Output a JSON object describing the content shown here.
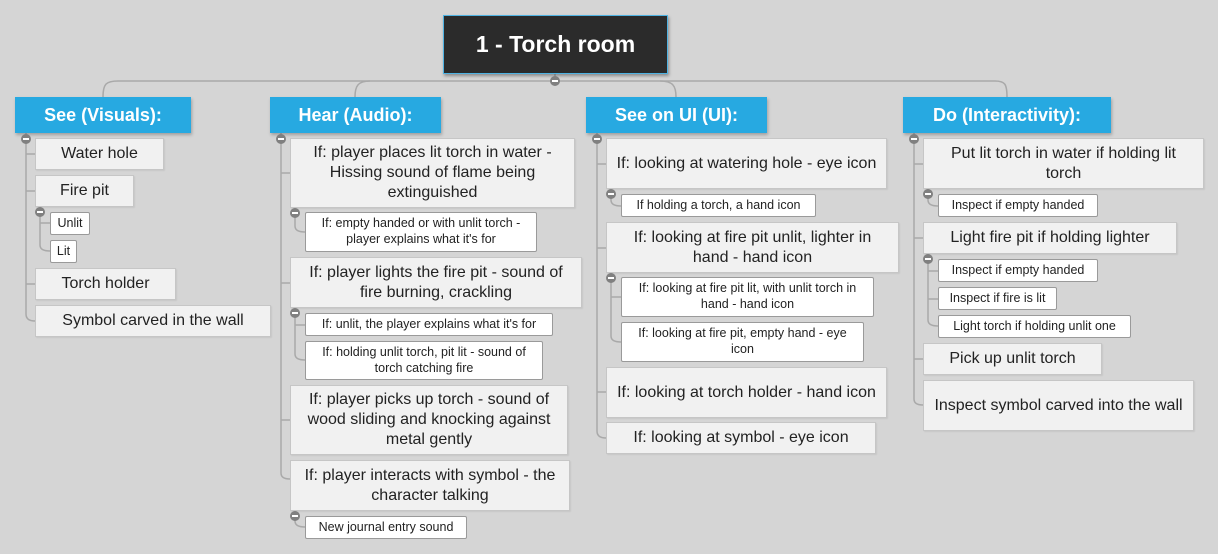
{
  "root": {
    "title": "1 - Torch room"
  },
  "columns": [
    {
      "title": "See (Visuals):",
      "items": [
        {
          "label": "Water hole"
        },
        {
          "label": "Fire pit",
          "children": [
            "Unlit",
            "Lit"
          ]
        },
        {
          "label": "Torch holder"
        },
        {
          "label": "Symbol carved in the wall"
        }
      ]
    },
    {
      "title": "Hear (Audio):",
      "items": [
        {
          "label": "If: player places lit torch in water - Hissing sound of flame being extinguished",
          "children": [
            "If: empty handed or with unlit torch - player explains what it's for"
          ]
        },
        {
          "label": "If: player lights the fire pit - sound of fire burning, crackling",
          "children": [
            "If: unlit, the player explains what it's for",
            "If: holding unlit torch, pit lit - sound of torch catching fire"
          ]
        },
        {
          "label": "If: player picks up torch - sound of  wood sliding and knocking against metal gently"
        },
        {
          "label": "If: player interacts with symbol - the character talking",
          "children": [
            "New journal entry sound"
          ]
        }
      ]
    },
    {
      "title": "See on UI (UI):",
      "items": [
        {
          "label": "If: looking at watering hole - eye icon",
          "children": [
            "If holding a torch, a hand icon"
          ]
        },
        {
          "label": "If: looking at fire pit unlit, lighter in hand - hand icon",
          "children": [
            "If: looking at fire pit lit, with unlit torch in hand - hand icon",
            "If: looking at fire pit, empty hand - eye icon"
          ]
        },
        {
          "label": "If: looking at torch holder - hand icon"
        },
        {
          "label": "If: looking at symbol - eye icon"
        }
      ]
    },
    {
      "title": "Do (Interactivity):",
      "items": [
        {
          "label": "Put lit torch in water if holding lit torch",
          "children": [
            "Inspect if empty handed"
          ]
        },
        {
          "label": "Light fire pit if holding lighter",
          "children": [
            "Inspect if empty handed",
            "Inspect if fire is lit",
            "Light torch if holding unlit one"
          ]
        },
        {
          "label": "Pick up unlit torch"
        },
        {
          "label": "Inspect symbol carved into the wall"
        }
      ]
    }
  ],
  "colors": {
    "background": "#d5d5d5",
    "root": "#2b2b2b",
    "category": "#27a9e1",
    "line": "#a9a9a9",
    "collapse": "#808080"
  }
}
